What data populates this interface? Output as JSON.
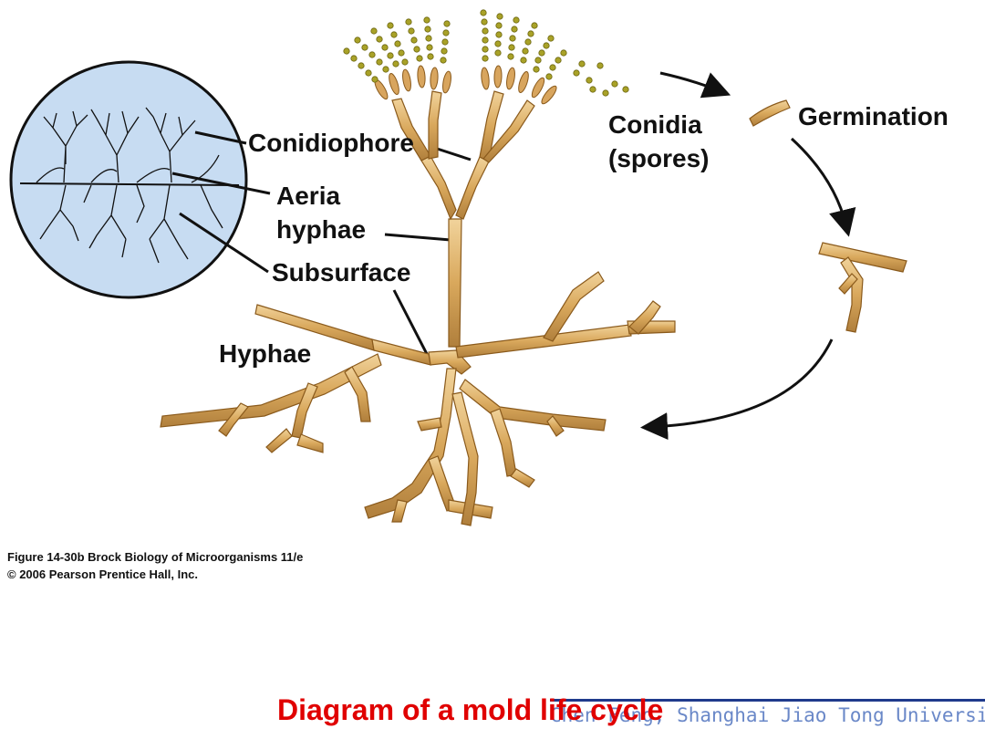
{
  "title": "Diagram of a mold life cycle",
  "labels": {
    "conidiophore": "Conidiophore",
    "aerial_line1": "Aeria",
    "aerial_line2": "hyphae",
    "subsurface": "Subsurface",
    "hyphae": "Hyphae",
    "conidia_line1": "Conidia",
    "conidia_line2": "(spores)",
    "germination": "Germination"
  },
  "credit": {
    "line1": "Figure 14-30b  Brock Biology of Microorganisms 11/e",
    "line2": "© 2006 Pearson Prentice Hall, Inc."
  },
  "footer": {
    "university": "Chen Feng, Shanghai Jiao Tong University"
  },
  "colors": {
    "title": "#e00000",
    "footer_text": "#6a88c8",
    "footer_rule": "#1f3a8c",
    "colony_fill": "#c7dcf2",
    "hyphae": "#d9a85c",
    "spores": "#a9a228"
  }
}
